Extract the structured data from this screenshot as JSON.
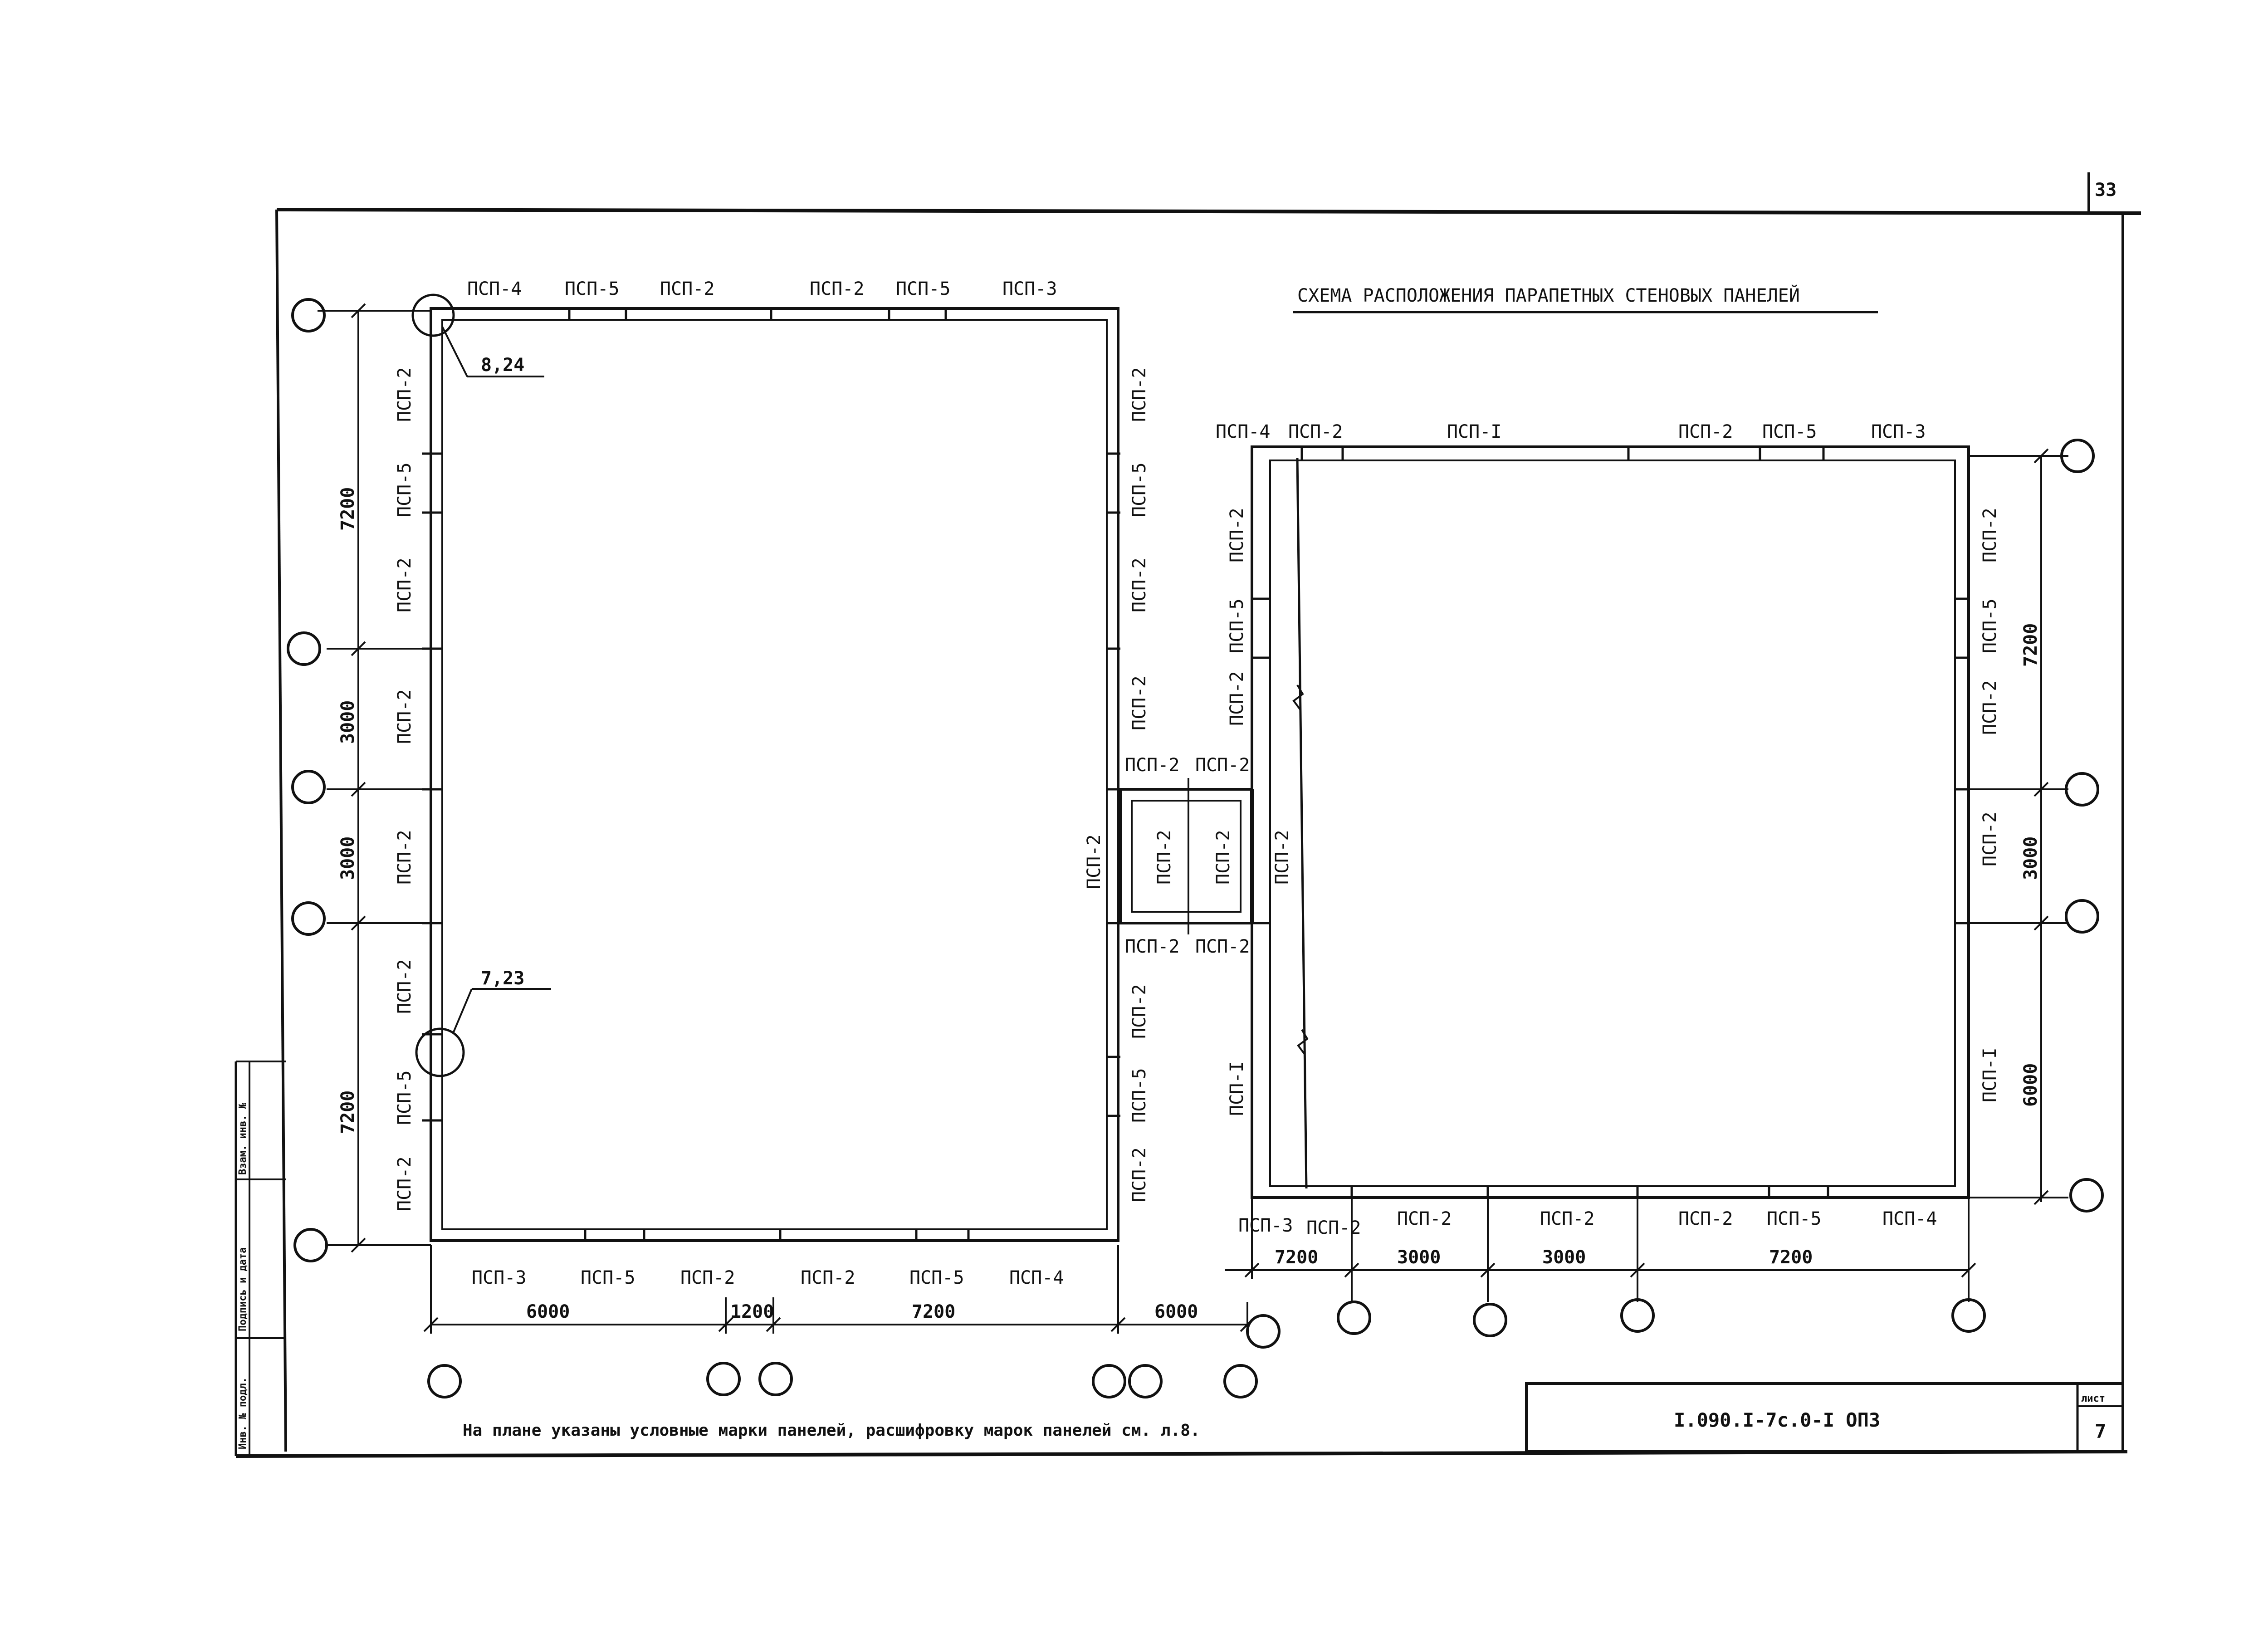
{
  "page_number": "33",
  "title": "СХЕМА РАСПОЛОЖЕНИЯ ПАРАПЕТНЫХ СТЕНОВЫХ ПАНЕЛЕЙ",
  "note": "На плане указаны условные марки панелей, расшифровку марок панелей см. л.8.",
  "doc_code": "I.090.I-7с.0-I ОПЗ",
  "sheet_label": "лист",
  "sheet_number": "7",
  "node_refs": [
    "8,24",
    "7,23"
  ],
  "margin_stamp": [
    "Инв. № подл.",
    "Подпись и дата",
    "Взам. инв. №"
  ],
  "left_block": {
    "top_panels": [
      "ПСП-4",
      "ПСП-5",
      "ПСП-2",
      "ПСП-2",
      "ПСП-5",
      "ПСП-3"
    ],
    "bottom_panels": [
      "ПСП-3",
      "ПСП-5",
      "ПСП-2",
      "ПСП-2",
      "ПСП-5",
      "ПСП-4"
    ],
    "left_panels": [
      "ПСП-2",
      "ПСП-5",
      "ПСП-2",
      "ПСП-2",
      "ПСП-2",
      "ПСП-2",
      "ПСП-5",
      "ПСП-2"
    ],
    "right_panels": [
      "ПСП-2",
      "ПСП-5",
      "ПСП-2",
      "ПСП-2",
      "ПСП-2",
      "ПСП-2",
      "ПСП-5",
      "ПСП-2"
    ],
    "left_dims": [
      "7200",
      "3000",
      "3000",
      "7200"
    ],
    "bottom_dims": [
      "6000",
      "1200",
      "7200"
    ]
  },
  "link_block": {
    "top_panels": [
      "ПСП-2",
      "ПСП-2"
    ],
    "bottom_panels": [
      "ПСП-2",
      "ПСП-2"
    ],
    "vertical_panels": [
      "ПСП-2",
      "ПСП-2"
    ],
    "dim": "6000"
  },
  "right_block": {
    "top_panels": [
      "ПСП-4",
      "ПСП-2",
      "ПСП-I",
      "ПСП-2",
      "ПСП-5",
      "ПСП-3"
    ],
    "bottom_panels": [
      "ПСП-3",
      "ПСП-2",
      "ПСП-2",
      "ПСП-2",
      "ПСП-2",
      "ПСП-5",
      "ПСП-4"
    ],
    "left_panels": [
      "ПСП-2",
      "ПСП-5",
      "ПСП-2",
      "ПСП-2",
      "ПСП-I"
    ],
    "right_panels": [
      "ПСП-2",
      "ПСП-5",
      "ПСП-2",
      "ПСП-2",
      "ПСП-I"
    ],
    "right_dims": [
      "7200",
      "3000",
      "6000"
    ],
    "bottom_dims": [
      "7200",
      "3000",
      "3000",
      "7200"
    ]
  }
}
